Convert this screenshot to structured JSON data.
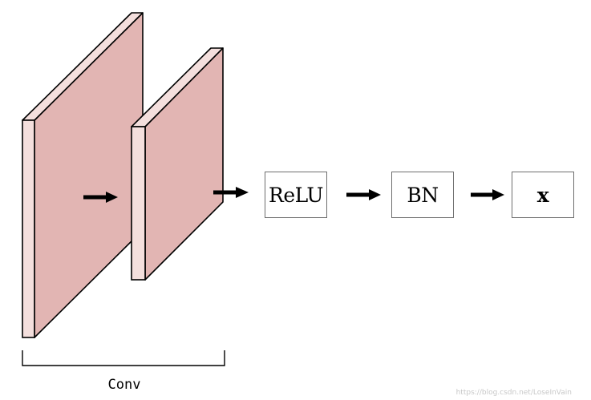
{
  "diagram": {
    "blocks": {
      "relu": "ReLU",
      "bn": "BN",
      "x": "x"
    },
    "conv_label": "Conv",
    "watermark": "https://blog.csdn.net/LoseInVain"
  },
  "colors": {
    "plate_face": "#e2b5b3",
    "plate_edge": "#f4dfdd",
    "outline": "#000000",
    "arrow": "#000000",
    "box_border": "#6e6e6e"
  }
}
